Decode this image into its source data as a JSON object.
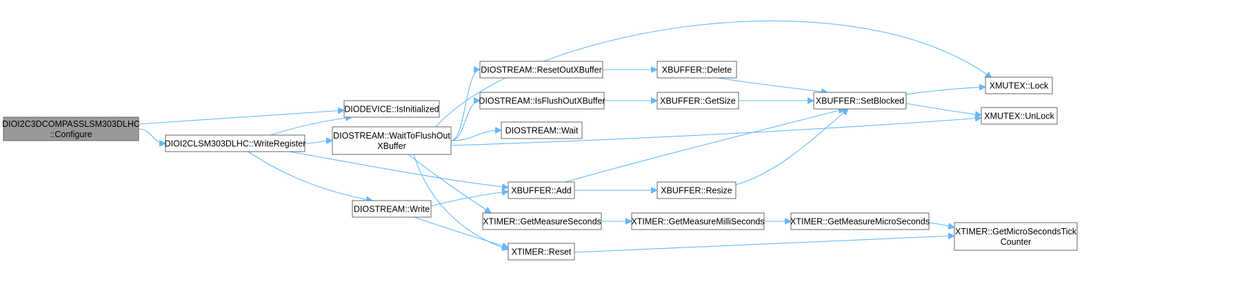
{
  "nodes": [
    {
      "id": "root",
      "root": true,
      "lines": [
        "DIOI2C3DCOMPASSLSM303DLHC",
        "::Configure"
      ]
    },
    {
      "id": "isinit",
      "lines": [
        "DIODEVICE::IsInitialized"
      ]
    },
    {
      "id": "writereg",
      "lines": [
        "DIOI2CLSM303DLHC::WriteRegister"
      ]
    },
    {
      "id": "waitflush",
      "lines": [
        "DIOSTREAM::WaitToFlushOut",
        "XBuffer"
      ]
    },
    {
      "id": "write",
      "lines": [
        "DIOSTREAM::Write"
      ]
    },
    {
      "id": "resetout",
      "lines": [
        "DIOSTREAM::ResetOutXBuffer"
      ]
    },
    {
      "id": "isflush",
      "lines": [
        "DIOSTREAM::IsFlushOutXBuffer"
      ]
    },
    {
      "id": "wait",
      "lines": [
        "DIOSTREAM::Wait"
      ]
    },
    {
      "id": "xbadd",
      "lines": [
        "XBUFFER::Add"
      ]
    },
    {
      "id": "getmeassec",
      "lines": [
        "XTIMER::GetMeasureSeconds"
      ]
    },
    {
      "id": "reset",
      "lines": [
        "XTIMER::Reset"
      ]
    },
    {
      "id": "xbdelete",
      "lines": [
        "XBUFFER::Delete"
      ]
    },
    {
      "id": "xbgetsize",
      "lines": [
        "XBUFFER::GetSize"
      ]
    },
    {
      "id": "xbresize",
      "lines": [
        "XBUFFER::Resize"
      ]
    },
    {
      "id": "getmeasmilli",
      "lines": [
        "XTIMER::GetMeasureMilliSeconds"
      ]
    },
    {
      "id": "setblocked",
      "lines": [
        "XBUFFER::SetBlocked"
      ]
    },
    {
      "id": "getmeasmicro",
      "lines": [
        "XTIMER::GetMeasureMicroSeconds"
      ]
    },
    {
      "id": "lock",
      "lines": [
        "XMUTEX::Lock"
      ]
    },
    {
      "id": "unlock",
      "lines": [
        "XMUTEX::UnLock"
      ]
    },
    {
      "id": "microtick",
      "lines": [
        "XTIMER::GetMicroSecondsTick",
        "Counter"
      ]
    }
  ],
  "edges": [
    {
      "from": "root",
      "to": "isinit"
    },
    {
      "from": "root",
      "to": "writereg"
    },
    {
      "from": "writereg",
      "to": "isinit"
    },
    {
      "from": "writereg",
      "to": "waitflush"
    },
    {
      "from": "writereg",
      "to": "write"
    },
    {
      "from": "writereg",
      "to": "xbadd"
    },
    {
      "from": "waitflush",
      "to": "lock"
    },
    {
      "from": "waitflush",
      "to": "resetout"
    },
    {
      "from": "waitflush",
      "to": "isflush"
    },
    {
      "from": "waitflush",
      "to": "wait"
    },
    {
      "from": "waitflush",
      "to": "unlock"
    },
    {
      "from": "waitflush",
      "to": "getmeassec"
    },
    {
      "from": "waitflush",
      "to": "reset"
    },
    {
      "from": "write",
      "to": "xbadd"
    },
    {
      "from": "write",
      "to": "reset"
    },
    {
      "from": "resetout",
      "to": "xbdelete"
    },
    {
      "from": "isflush",
      "to": "xbgetsize"
    },
    {
      "from": "xbadd",
      "to": "setblocked"
    },
    {
      "from": "xbadd",
      "to": "xbresize"
    },
    {
      "from": "getmeassec",
      "to": "getmeasmilli"
    },
    {
      "from": "reset",
      "to": "microtick"
    },
    {
      "from": "xbdelete",
      "to": "setblocked"
    },
    {
      "from": "xbgetsize",
      "to": "setblocked"
    },
    {
      "from": "xbresize",
      "to": "setblocked"
    },
    {
      "from": "getmeasmilli",
      "to": "getmeasmicro"
    },
    {
      "from": "setblocked",
      "to": "lock"
    },
    {
      "from": "setblocked",
      "to": "unlock"
    },
    {
      "from": "getmeasmicro",
      "to": "microtick"
    }
  ],
  "colors": {
    "edge": "#63b8ff",
    "node_border": "#666666",
    "root_fill": "#999999",
    "node_fill": "#ffffff"
  }
}
